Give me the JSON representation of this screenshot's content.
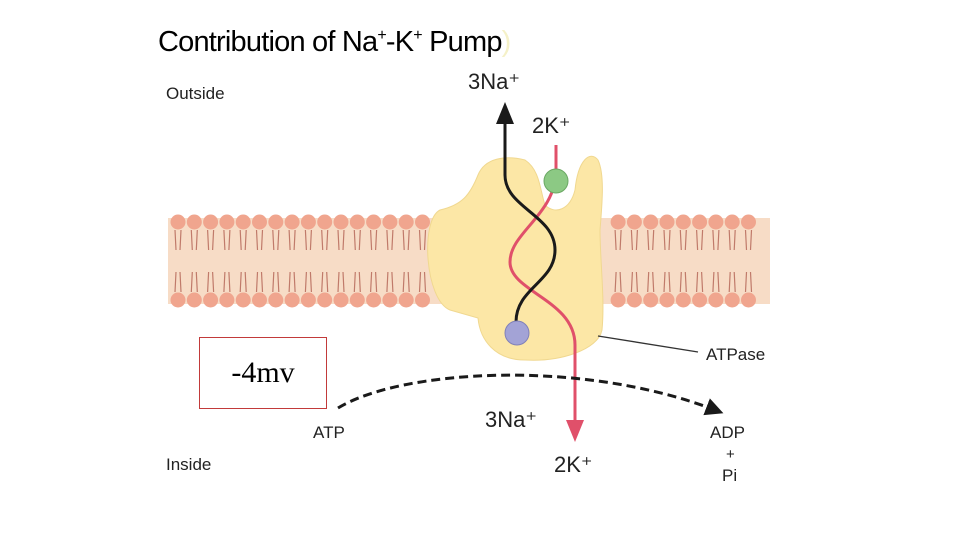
{
  "title": {
    "part1": "Contribution of Na",
    "sup1": "+",
    "part2": "-K",
    "sup2": "+",
    "part3": " Pump",
    "trail": ")"
  },
  "labels": {
    "outside": "Outside",
    "inside": "Inside",
    "na_out": "3Na⁺",
    "k_out": "2K⁺",
    "na_in": "3Na⁺",
    "k_in": "2K⁺",
    "atpase": "ATPase",
    "atp": "ATP",
    "adp": "ADP",
    "plus": "+",
    "pi": "Pi"
  },
  "potential": "-4mv",
  "colors": {
    "membrane_head": "#f0a58e",
    "membrane_bg": "#f7dcc6",
    "pump": "#fce7a6",
    "k_path": "#e0506a",
    "na_path": "#1a1a1a",
    "k_site": "#8cc984",
    "na_site": "#a3a3d6",
    "potential_border": "#c23a3a"
  }
}
